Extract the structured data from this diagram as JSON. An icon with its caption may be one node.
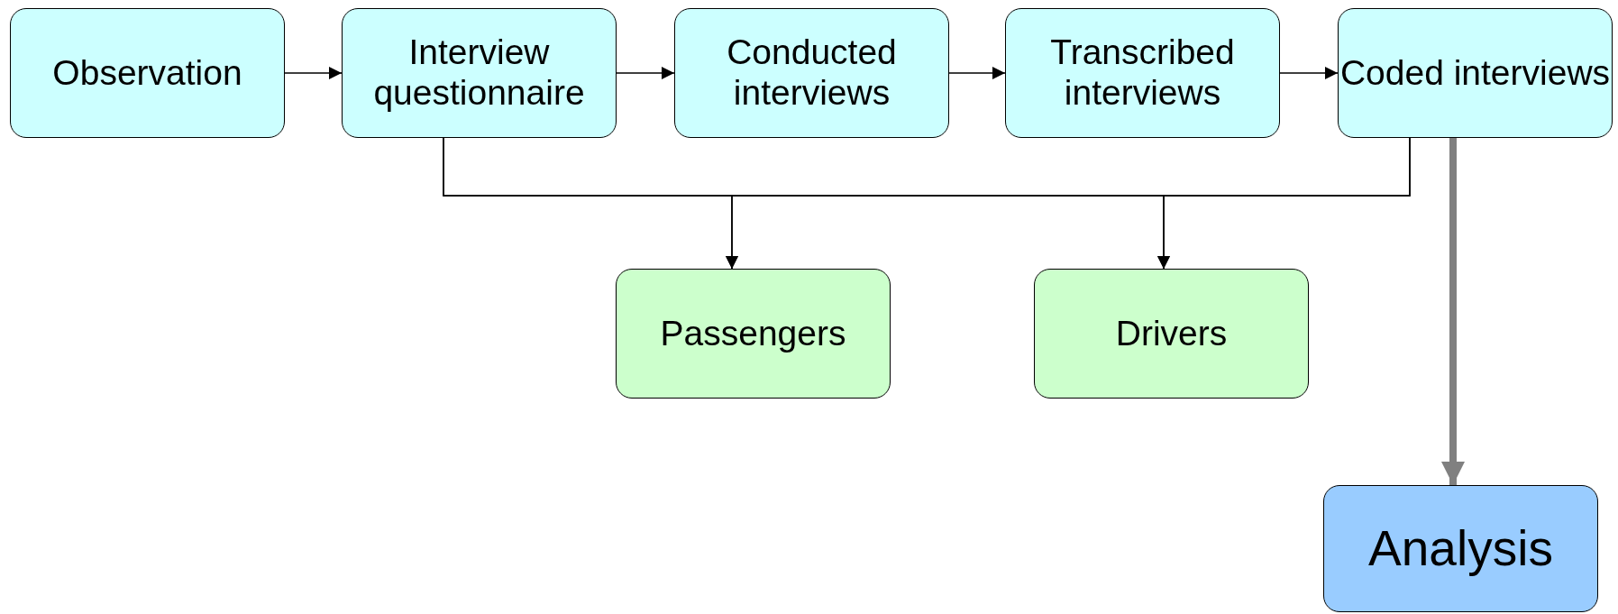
{
  "diagram": {
    "nodes": [
      {
        "text": [
          "Observation"
        ]
      },
      {
        "text": [
          "Interview questionnaire"
        ]
      },
      {
        "text": [
          "Conducted interviews"
        ]
      },
      {
        "text": [
          "Transcribed interviews"
        ]
      },
      {
        "text": [
          "Coded interviews"
        ]
      },
      {
        "text": [
          "Passengers"
        ]
      },
      {
        "text": [
          "Drivers"
        ]
      },
      {
        "text": [
          "Analysis"
        ]
      }
    ],
    "edges": [
      {
        "from": 0,
        "to": 1,
        "arrow": "to"
      },
      {
        "from": 1,
        "to": 2,
        "arrow": "to"
      },
      {
        "from": 2,
        "to": 3,
        "arrow": "to"
      },
      {
        "from": 3,
        "to": 4,
        "arrow": "to"
      },
      {
        "from": 1,
        "to": 5,
        "arrow": "to"
      },
      {
        "from": 1,
        "to": 6,
        "arrow": "to"
      },
      {
        "from": 4,
        "to": 5,
        "arrow": "to"
      },
      {
        "from": 4,
        "to": 6,
        "arrow": "to"
      },
      {
        "from": 4,
        "to": 7,
        "arrow": "to",
        "style": "thick",
        "color": "#808080"
      }
    ]
  }
}
